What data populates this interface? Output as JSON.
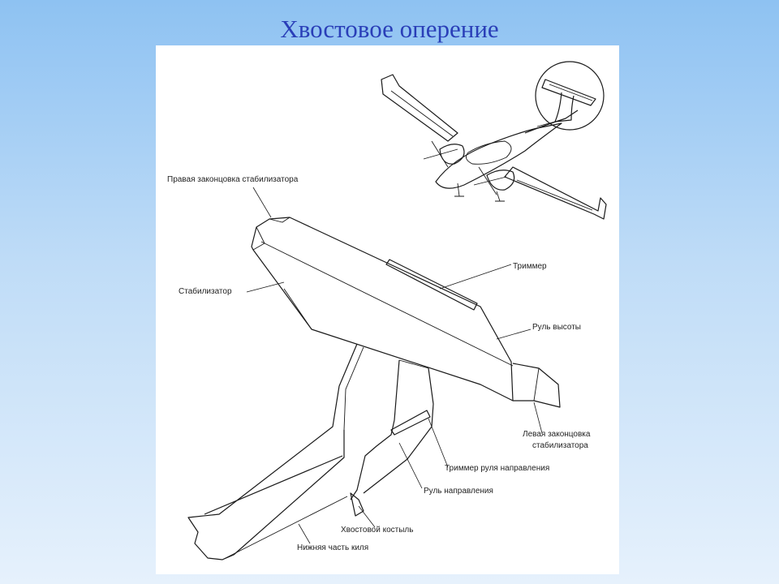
{
  "slide": {
    "title": "Хвостовое оперение"
  },
  "diagram": {
    "labels": {
      "right_tip": "Правая законцовка стабилизатора",
      "stabilizer": "Стабилизатор",
      "trim_tab": "Триммер",
      "elevator": "Руль высоты",
      "left_tip_line1": "Левая законцовка",
      "left_tip_line2": "стабилизатора",
      "rudder_trim": "Триммер руля направления",
      "rudder": "Руль направления",
      "tail_skid": "Хвостовой костыль",
      "ventral_fin": "Нижняя часть киля"
    },
    "colors": {
      "title": "#2a3fb8",
      "line": "#1a1a1a",
      "panel": "#ffffff"
    },
    "icons": [
      "aircraft-overview-icon",
      "tail-detail-magnifier-icon"
    ]
  }
}
